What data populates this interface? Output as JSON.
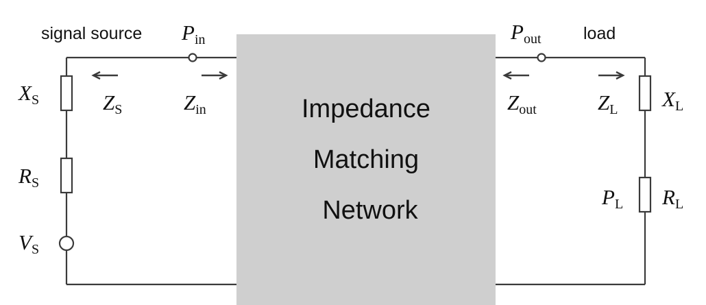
{
  "labels": {
    "source_text": "signal source",
    "load_text": "load",
    "network_line1": "Impedance",
    "network_line2": "Matching",
    "network_line3": "Network"
  },
  "symbols": {
    "p_in": {
      "main": "P",
      "sub": "in"
    },
    "p_out": {
      "main": "P",
      "sub": "out"
    },
    "z_s": {
      "main": "Z",
      "sub": "S"
    },
    "z_in": {
      "main": "Z",
      "sub": "in"
    },
    "z_out": {
      "main": "Z",
      "sub": "out"
    },
    "z_l": {
      "main": "Z",
      "sub": "L"
    },
    "x_s": {
      "main": "X",
      "sub": "S"
    },
    "r_s": {
      "main": "R",
      "sub": "S"
    },
    "v_s": {
      "main": "V",
      "sub": "S"
    },
    "x_l": {
      "main": "X",
      "sub": "L"
    },
    "r_l": {
      "main": "R",
      "sub": "L"
    },
    "p_l": {
      "main": "P",
      "sub": "L"
    }
  },
  "colors": {
    "network_fill": "#cfcfcf",
    "wire": "#3a3a3a"
  }
}
